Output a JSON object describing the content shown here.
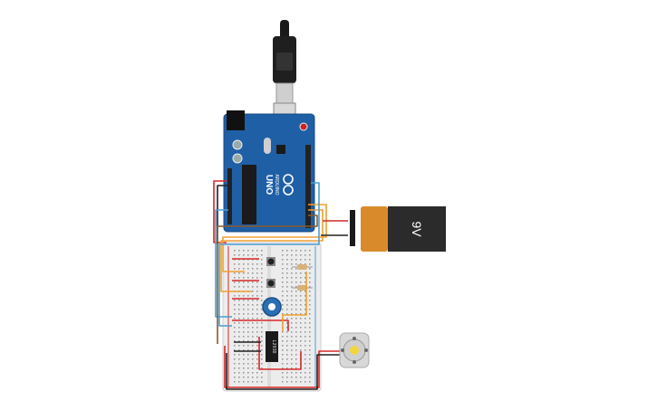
{
  "circuit": {
    "board": {
      "model_label": "UNO",
      "brand_label": "ARDUINO"
    },
    "battery": {
      "label": "9V",
      "colors": {
        "body": "#2b2b2b",
        "cap": "#d98b2b",
        "terminal": "#1a1a1a"
      }
    },
    "ic": {
      "label": "L293D"
    },
    "colors": {
      "board": "#1f5fa6",
      "breadboard": "#ececec",
      "wire_red": "#d62828",
      "wire_black": "#222222",
      "wire_orange": "#f0a030",
      "wire_blue": "#4a9fd0",
      "wire_brown": "#8a5a2b",
      "motor_body": "#d8d8d8",
      "motor_shaft": "#f2d640"
    },
    "components": [
      {
        "name": "usb-cable",
        "icon": "usb-plug-icon"
      },
      {
        "name": "arduino-board",
        "icon": "arduino-uno-icon"
      },
      {
        "name": "nine-volt-battery",
        "icon": "battery-icon"
      },
      {
        "name": "breadboard",
        "icon": "breadboard-icon"
      },
      {
        "name": "push-button-1",
        "icon": "button-icon"
      },
      {
        "name": "push-button-2",
        "icon": "button-icon"
      },
      {
        "name": "potentiometer",
        "icon": "potentiometer-icon"
      },
      {
        "name": "motor-driver-ic",
        "icon": "ic-chip-icon"
      },
      {
        "name": "dc-motor",
        "icon": "motor-icon"
      }
    ]
  }
}
